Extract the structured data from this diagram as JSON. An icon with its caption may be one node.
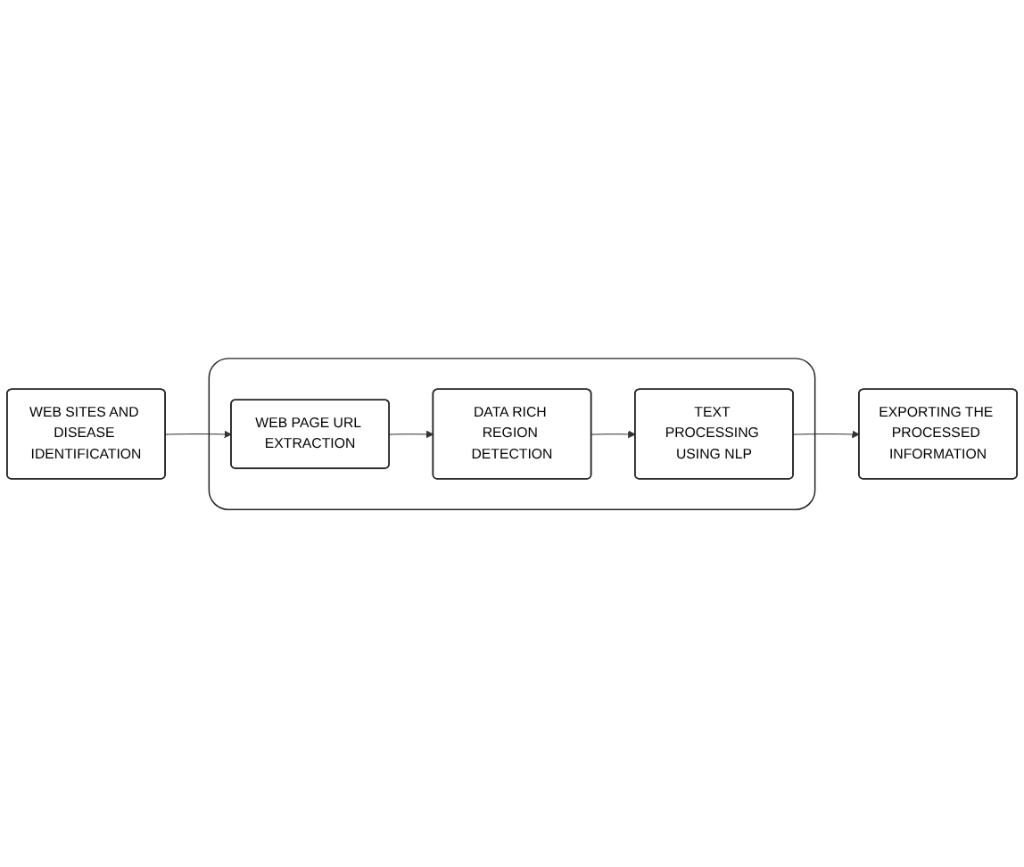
{
  "diagram": {
    "nodes": [
      {
        "text": [
          "WEB SITES AND DISEASE IDENTIFICATION"
        ]
      },
      {
        "text": [],
        "shape": "box"
      },
      {
        "text": [
          "WEB PAGE URL EXTRACTION"
        ],
        "in": 1
      },
      {
        "text": [
          "DATA RICH REGION DETECTION"
        ],
        "in": 1
      },
      {
        "text": [
          "TEXT PROCESSING USING NLP"
        ],
        "in": 1
      },
      {
        "text": [
          "EXPORTING THE PROCESSED INFORMATION"
        ]
      }
    ],
    "edges": [
      {
        "from": 0,
        "to": 2,
        "arrow": "to"
      },
      {
        "from": 2,
        "to": 3,
        "arrow": "to"
      },
      {
        "from": 3,
        "to": 4,
        "arrow": "to"
      },
      {
        "from": 4,
        "to": 5,
        "arrow": "to"
      }
    ]
  }
}
